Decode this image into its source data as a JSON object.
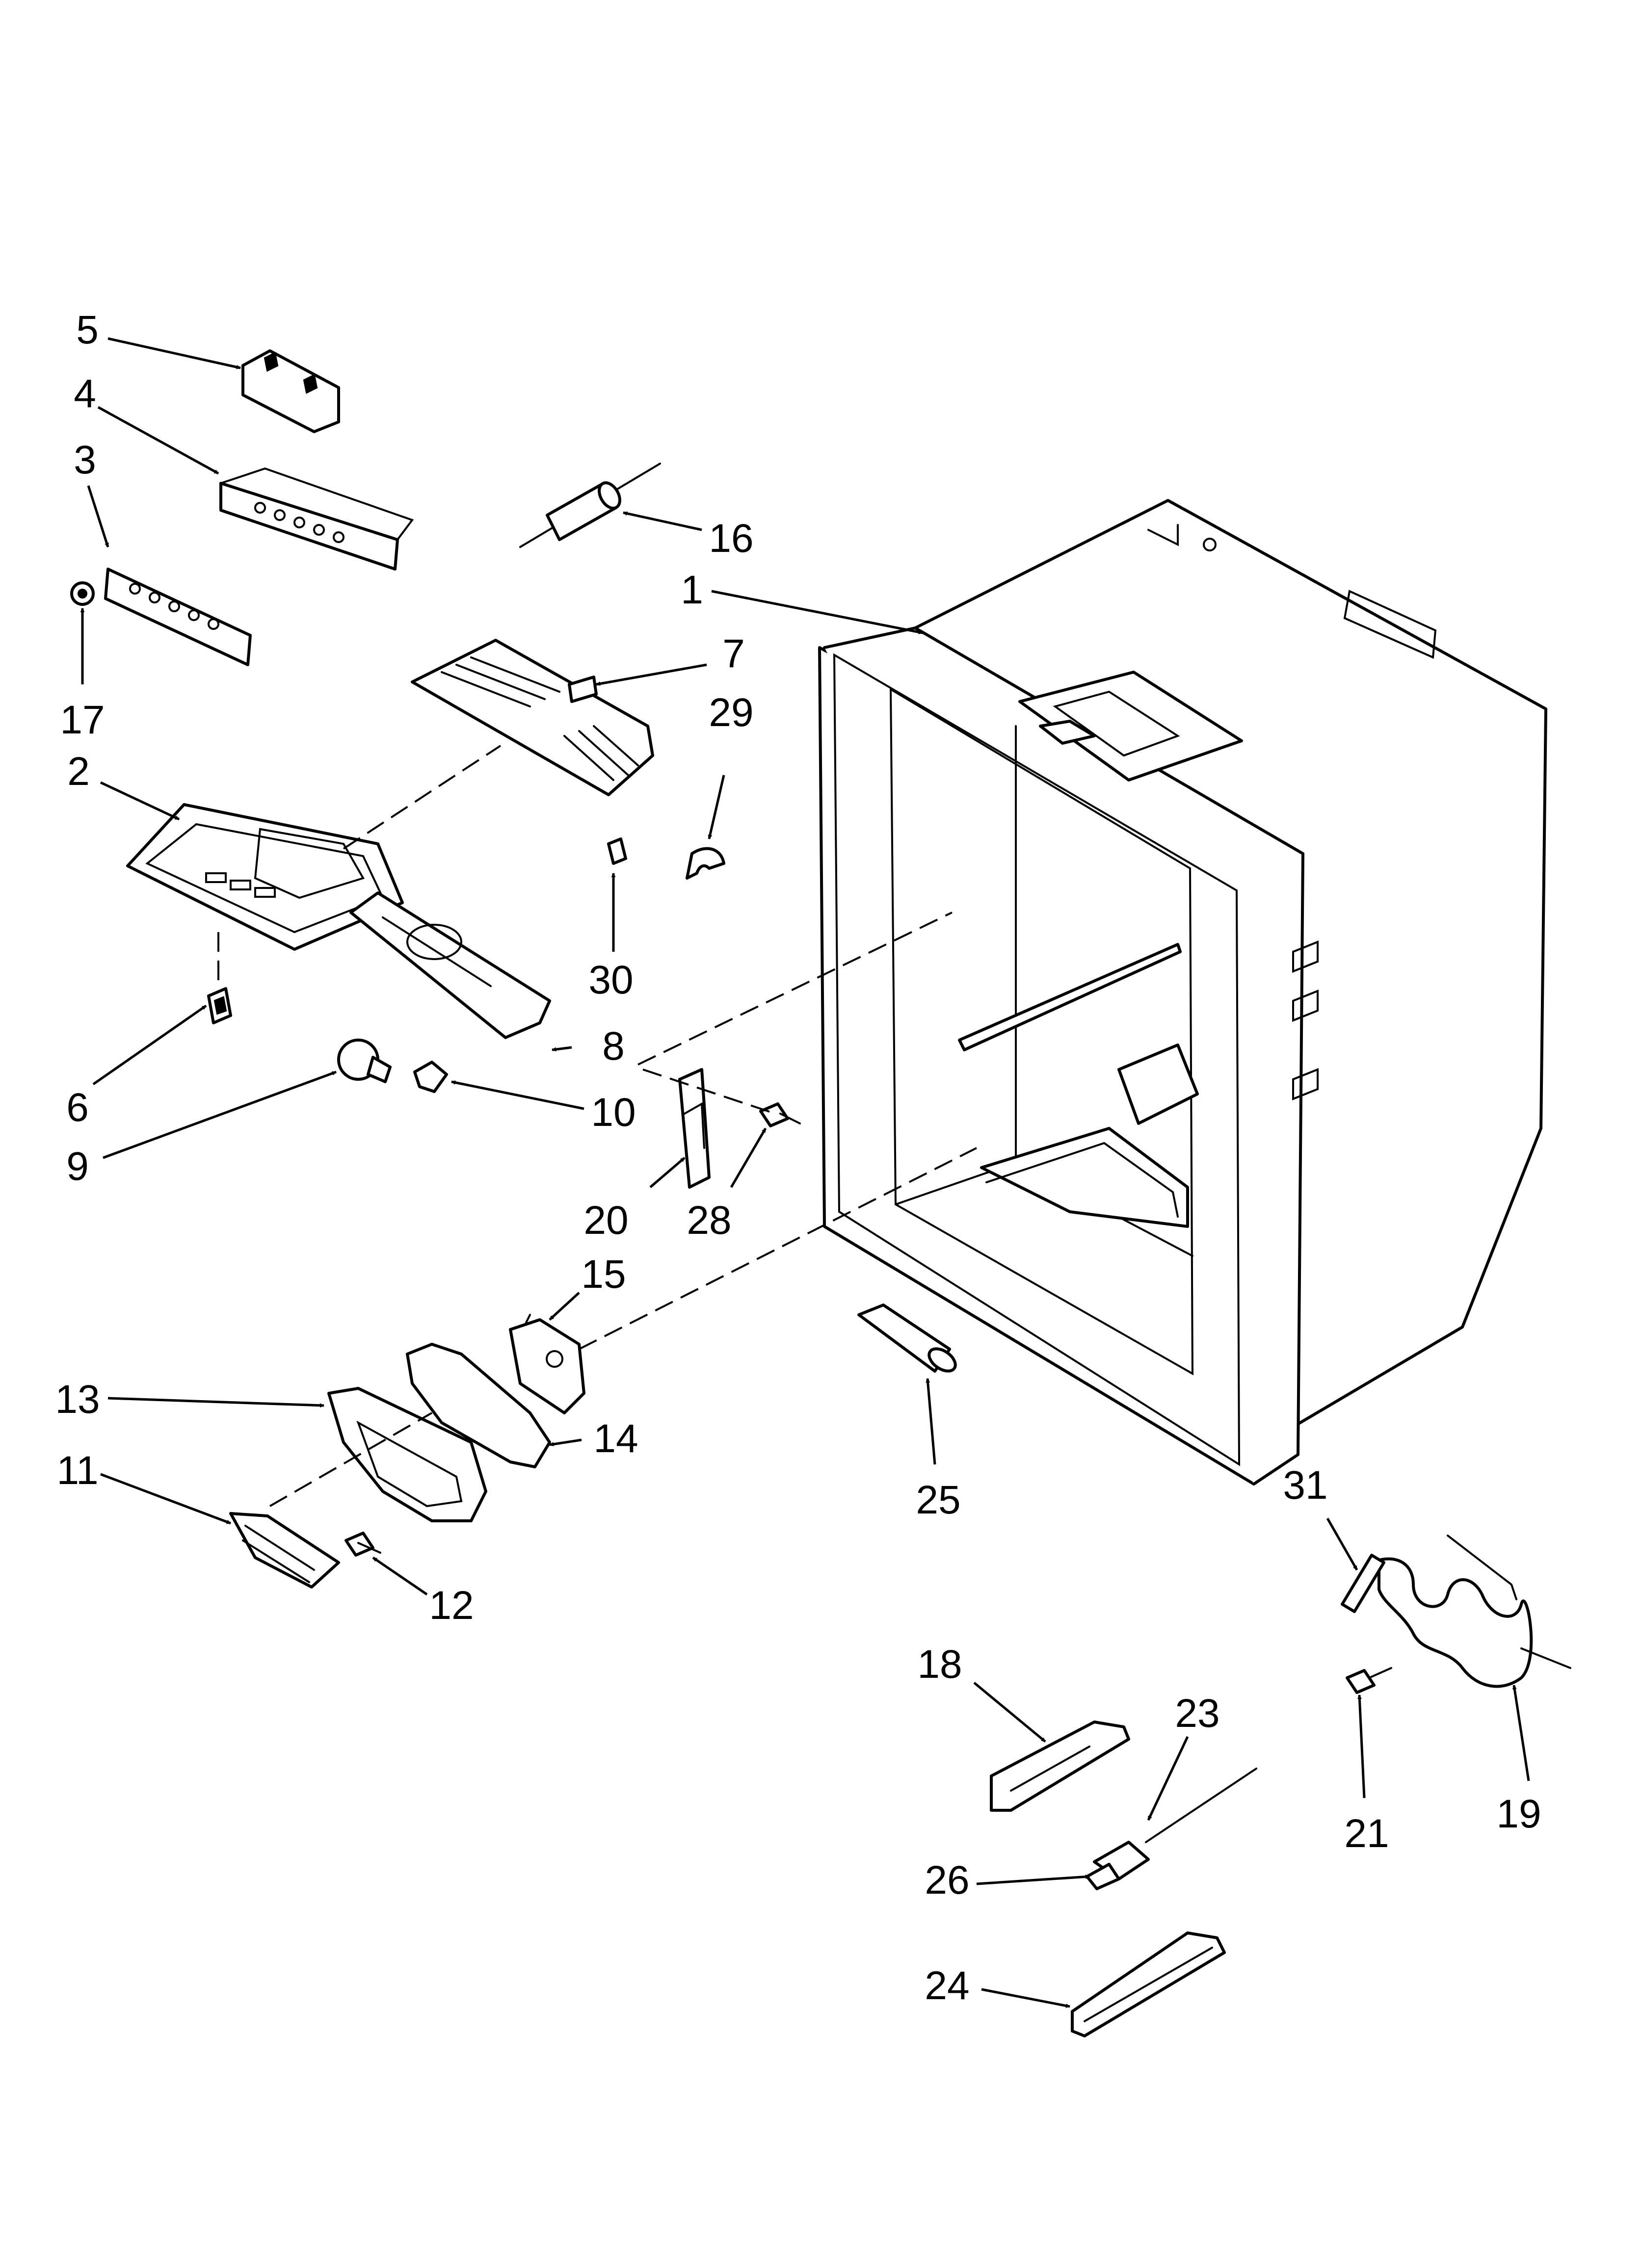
{
  "callouts": [
    {
      "id": "c1",
      "label": "1"
    },
    {
      "id": "c2",
      "label": "2"
    },
    {
      "id": "c3",
      "label": "3"
    },
    {
      "id": "c4",
      "label": "4"
    },
    {
      "id": "c5",
      "label": "5"
    },
    {
      "id": "c6",
      "label": "6"
    },
    {
      "id": "c7",
      "label": "7"
    },
    {
      "id": "c8",
      "label": "8"
    },
    {
      "id": "c9",
      "label": "9"
    },
    {
      "id": "c10",
      "label": "10"
    },
    {
      "id": "c11",
      "label": "11"
    },
    {
      "id": "c12",
      "label": "12"
    },
    {
      "id": "c13",
      "label": "13"
    },
    {
      "id": "c14",
      "label": "14"
    },
    {
      "id": "c15",
      "label": "15"
    },
    {
      "id": "c16",
      "label": "16"
    },
    {
      "id": "c17",
      "label": "17"
    },
    {
      "id": "c18",
      "label": "18"
    },
    {
      "id": "c19",
      "label": "19"
    },
    {
      "id": "c20",
      "label": "20"
    },
    {
      "id": "c21",
      "label": "21"
    },
    {
      "id": "c23",
      "label": "23"
    },
    {
      "id": "c24",
      "label": "24"
    },
    {
      "id": "c25",
      "label": "25"
    },
    {
      "id": "c26",
      "label": "26"
    },
    {
      "id": "c28",
      "label": "28"
    },
    {
      "id": "c29",
      "label": "29"
    },
    {
      "id": "c30",
      "label": "30"
    },
    {
      "id": "c31",
      "label": "31"
    }
  ]
}
